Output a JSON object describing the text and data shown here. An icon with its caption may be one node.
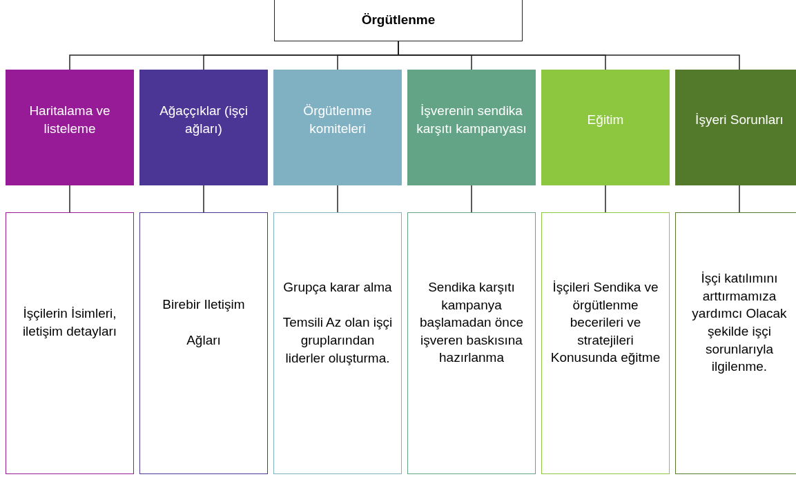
{
  "diagram": {
    "nodes": [
      {
        "text": [
          "Örgütlenme"
        ]
      },
      {
        "text": [
          "Haritalama ve listeleme"
        ]
      },
      {
        "text": [
          "Ağaççıklar (işçi ağları)"
        ]
      },
      {
        "text": [
          "Örgütlenme komiteleri"
        ]
      },
      {
        "text": [
          "İşverenin sendika karşıtı kampanyası"
        ]
      },
      {
        "text": [
          "Eğitim"
        ]
      },
      {
        "text": [
          "İşyeri Sorunları"
        ]
      },
      {
        "text": [
          "İşçilerin İsimleri, iletişim detayları"
        ]
      },
      {
        "text": [
          "Birebir Iletişim",
          "Ağları"
        ]
      },
      {
        "text": [
          "Grupça karar alma",
          "Temsili Az olan işçi gruplarından liderler oluşturma."
        ]
      },
      {
        "text": [
          "Sendika karşıtı kampanya başlamadan önce işveren baskısına hazırlanma"
        ]
      },
      {
        "text": [
          "İşçileri Sendika ve örgütlenme becerileri ve stratejileri Konusunda eğitme"
        ]
      },
      {
        "text": [
          "İşçi katılımını arttırmamıza yardımcı Olacak şekilde işçi sorunlarıyla ilgilenme."
        ]
      }
    ],
    "edges": [
      {
        "from": 0,
        "to": 1,
        "arrow": "none"
      },
      {
        "from": 0,
        "to": 2,
        "arrow": "none"
      },
      {
        "from": 0,
        "to": 3,
        "arrow": "none"
      },
      {
        "from": 0,
        "to": 4,
        "arrow": "none"
      },
      {
        "from": 0,
        "to": 5,
        "arrow": "none"
      },
      {
        "from": 0,
        "to": 6,
        "arrow": "none"
      },
      {
        "from": 1,
        "to": 7,
        "arrow": "none"
      },
      {
        "from": 2,
        "to": 8,
        "arrow": "none"
      },
      {
        "from": 3,
        "to": 9,
        "arrow": "none"
      },
      {
        "from": 4,
        "to": 10,
        "arrow": "none"
      },
      {
        "from": 5,
        "to": 11,
        "arrow": "none"
      },
      {
        "from": 6,
        "to": 12,
        "arrow": "none"
      }
    ]
  }
}
